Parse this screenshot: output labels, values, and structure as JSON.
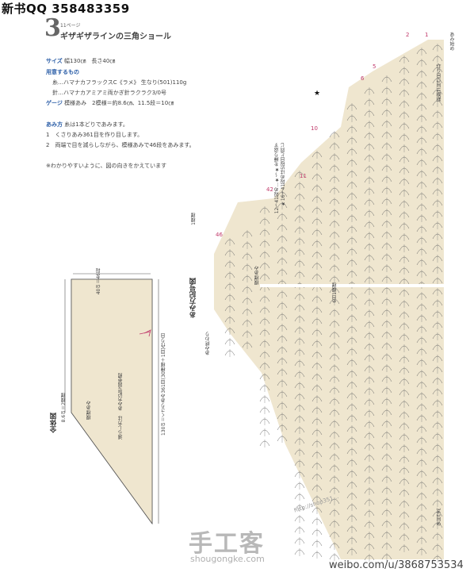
{
  "watermark_top": "新书QQ 358483359",
  "pattern": {
    "number": "3",
    "page_ref": "11ページ",
    "title": "ギザギザラインの三角ショール"
  },
  "info": {
    "size_label": "サイズ",
    "size_value": "幅130㎝　長さ40㎝",
    "materials_label": "用意するもの",
    "yarn": "糸…ハマナカフラックスC《ラメ》 生なり(501)110g",
    "needle": "針…ハマナカアミアミ両かぎ針ラクラク3/0号",
    "gauge_label": "ゲージ",
    "gauge_value": "模様あみ　2模様＝約8.6㎝、11.5段＝10㎝",
    "method_label": "あみ方",
    "method_note": "糸は1本どりであみます。",
    "step1": "1　くさりあみ361目を作り目します。",
    "step2": "2　両端で目を減らしながら、模様あみで46段をあみます。",
    "note": "※わかりやすいように、図の向きをかえています"
  },
  "whole_figure": {
    "label": "全体図",
    "dim_top": "40㎝＝46段",
    "dim_side": "8.6㎝＝2模様",
    "dim_base": "130㎝＝くさりあみ361目(30模様＋1目)作り目",
    "decrease_note": "減らし方は　あみ方記号図参照",
    "pattern_note": "模様あみ"
  },
  "chart": {
    "label": "あみ方記号図",
    "end_note": "あみ終わり",
    "start_note": "あみ始め",
    "one_pattern": "1模様",
    "pattern_note": "模様あみ",
    "repeat_note": "6目1模様",
    "foundation_note": "作り目(1目)1模様",
    "row_note": "12〜41段め…★〜★を繰り返す",
    "repeat_note2": "★16〜41段めは5段目と同じ",
    "stitch_count": "361目め",
    "row_numbers": [
      "2",
      "1",
      "5",
      "6",
      "10",
      "11",
      "42",
      "46"
    ]
  },
  "logo": {
    "main": "手工客",
    "url": "shougongke.com",
    "diag": "http://shop351…",
    "weibo": "weibo.com/u/3868753534"
  }
}
